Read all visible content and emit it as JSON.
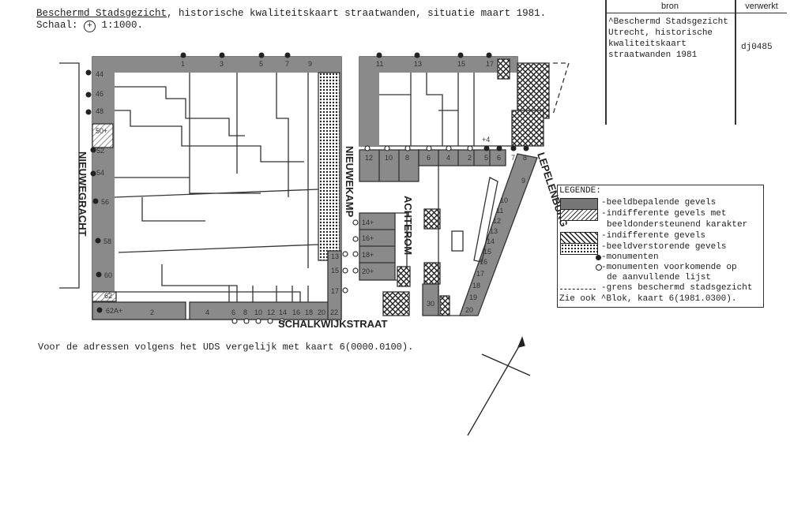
{
  "header": {
    "title_underlined": "Beschermd Stadsgezicht",
    "title_rest": ", historische kwaliteitskaart straatwanden, situatie maart 1981.",
    "scale_label": "Schaal:",
    "scale_symbol": "+",
    "scale_value": "1:1000."
  },
  "source_table": {
    "col_source": "bron",
    "col_processed": "verwerkt",
    "source_text": "^Beschermd Stadsgezicht\nUtrecht, historische\nkwaliteitskaart\nstraatwanden 1981",
    "processed_code": "dj0485"
  },
  "legend": {
    "title": "LEGENDE:",
    "items": [
      "-beeldbepalende gevels",
      "-indifferente gevels met",
      "beeldondersteunend karakter",
      "-indifferente gevels",
      "-beeldverstorende gevels",
      "-monumenten",
      "-monumenten voorkomende op",
      "de aanvullende lijst",
      "-grens beschermd stadsgezicht"
    ],
    "see_also": "Zie ook ^Blok, kaart 6(1981.0300)."
  },
  "map": {
    "streets": [
      "NIEUWEGRACHT",
      "NIEUWEKAMP",
      "ACHTEROM",
      "LEPELENBURG",
      "SCHALKWIJKSTRAAT"
    ],
    "nieuwegracht_numbers": [
      "44",
      "46",
      "48",
      "50+",
      "52",
      "54",
      "56",
      "58",
      "60",
      "62",
      "62A+"
    ],
    "top_numbers_left": [
      "1",
      "3",
      "5",
      "7",
      "9"
    ],
    "bottom_numbers_left": [
      "2",
      "4",
      "6",
      "8",
      "10",
      "12",
      "14",
      "16",
      "18",
      "20",
      "22"
    ],
    "right_numbers_left": [
      "13",
      "15",
      "17"
    ],
    "top_numbers_mid": [
      "11",
      "13",
      "15",
      "17"
    ],
    "nieuwekamp_row": [
      "12",
      "10",
      "8",
      "6",
      "4",
      "2",
      "5",
      "6",
      "7",
      "8"
    ],
    "nieuwekamp_plus": "+4",
    "achterom_numbers": [
      "14+",
      "16+",
      "18+",
      "20+",
      "30"
    ],
    "lepelenburg_numbers": [
      "9",
      "10",
      "11",
      "12",
      "13",
      "14",
      "15",
      "16",
      "17",
      "18",
      "19",
      "20"
    ]
  },
  "footnote": "Voor de adressen volgens het UDS vergelijk met kaart 6(0000.0100)."
}
